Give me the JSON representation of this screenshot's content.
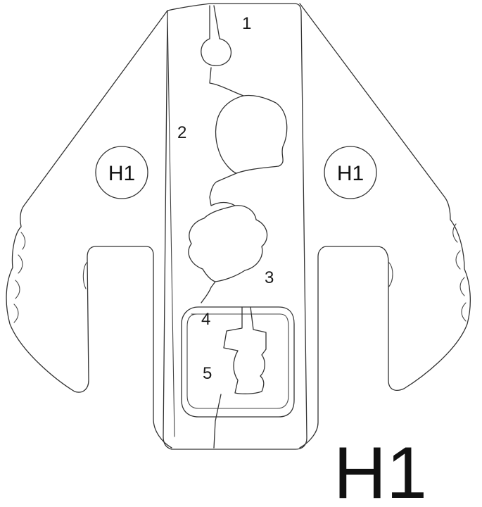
{
  "die_set": {
    "model_label": "H1",
    "badges": {
      "left": "H1",
      "right": "H1"
    },
    "cavities": [
      "1",
      "2",
      "3",
      "4",
      "5"
    ]
  }
}
